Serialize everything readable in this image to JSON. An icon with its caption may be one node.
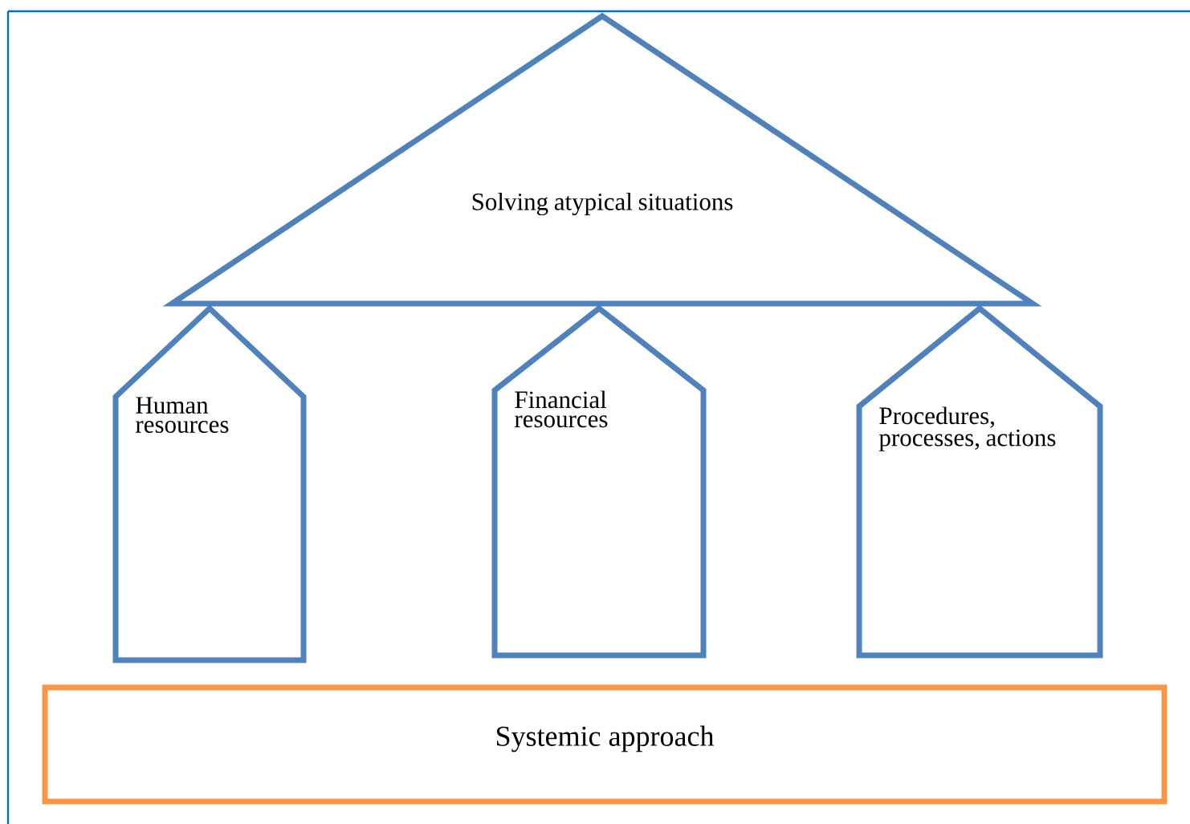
{
  "diagram": {
    "nodes": [
      {
        "text": [
          "Solving atypical situations"
        ]
      },
      {
        "text": [
          "Human resources"
        ]
      },
      {
        "text": [
          "Financial resources"
        ]
      },
      {
        "text": [
          "Procedures, processes, actions"
        ]
      },
      {
        "text": [
          "Systemic approach"
        ]
      }
    ]
  }
}
